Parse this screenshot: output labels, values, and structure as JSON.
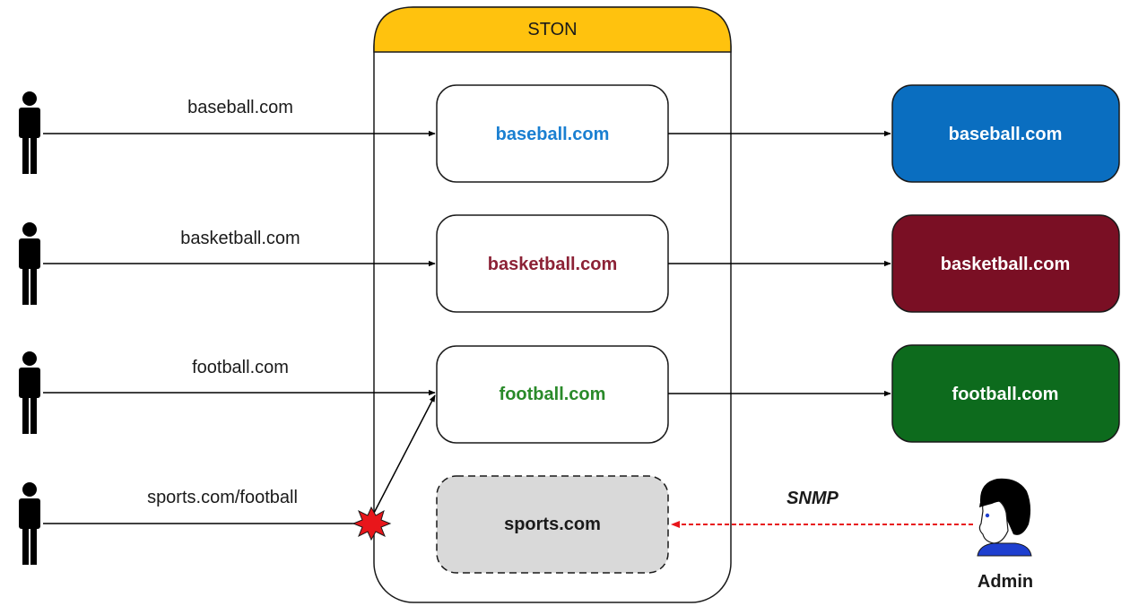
{
  "ston": {
    "title": "STON",
    "header_color": "#FFC20E"
  },
  "users": [
    {
      "request": "baseball.com"
    },
    {
      "request": "basketball.com"
    },
    {
      "request": "football.com"
    },
    {
      "request": "sports.com/football"
    }
  ],
  "virtual_hosts": [
    {
      "name": "baseball.com",
      "color": "#1a7fd1"
    },
    {
      "name": "basketball.com",
      "color": "#8c2236"
    },
    {
      "name": "football.com",
      "color": "#2a8a2a"
    },
    {
      "name": "sports.com",
      "color": "#1a1a1a"
    }
  ],
  "origins": [
    {
      "name": "baseball.com",
      "color": "#0a6ec0"
    },
    {
      "name": "basketball.com",
      "color": "#7a0f24"
    },
    {
      "name": "football.com",
      "color": "#0d6b1d"
    }
  ],
  "admin": {
    "label": "Admin",
    "protocol": "SNMP"
  }
}
